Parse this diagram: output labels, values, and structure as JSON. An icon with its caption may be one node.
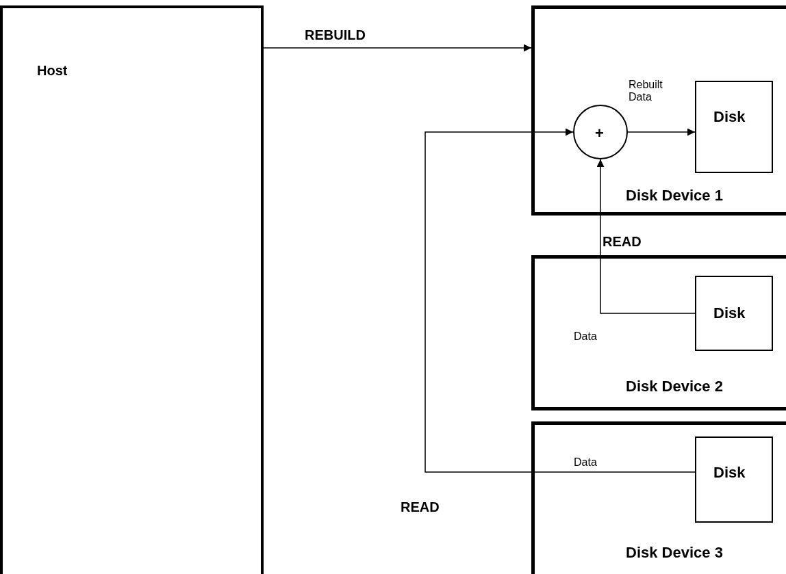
{
  "diagram": {
    "nodes": [
      {
        "text": [
          "Host"
        ]
      },
      {
        "text": [
          "Disk Device 1"
        ]
      },
      {
        "text": [
          "+"
        ],
        "in": 1
      },
      {
        "text": [
          "Disk"
        ],
        "in": 1
      },
      {
        "text": [
          "Disk Device 2"
        ]
      },
      {
        "text": [
          "Disk"
        ],
        "in": 4
      },
      {
        "text": [
          "Disk Device 3"
        ]
      },
      {
        "text": [
          "Disk"
        ],
        "in": 6
      }
    ],
    "edges": [
      {
        "from": 0,
        "to": 1,
        "arrow": "to",
        "label": "REBUILD"
      },
      {
        "from": 2,
        "to": 3,
        "arrow": "to",
        "label": "Rebuilt Data"
      },
      {
        "from": 5,
        "to": 2,
        "arrow": "to",
        "label": "Data"
      },
      {
        "from": 7,
        "to": 2,
        "arrow": "to",
        "label": "Data"
      }
    ],
    "labels": [
      "READ",
      "READ"
    ]
  }
}
